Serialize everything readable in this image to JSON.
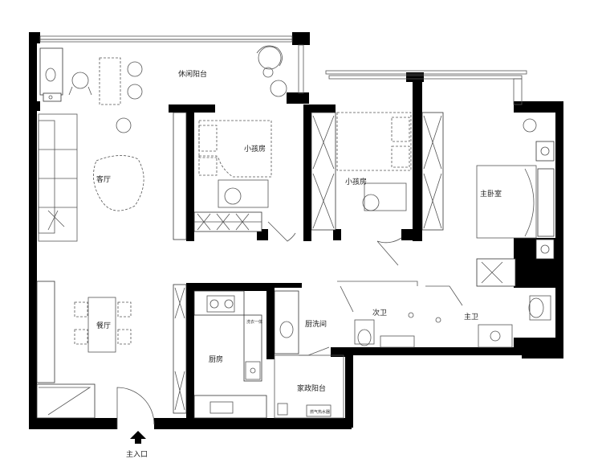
{
  "rooms": {
    "leisure_balcony": "休闲阳台",
    "living_room": "客厅",
    "dining_room": "餐厅",
    "kids_room_1": "小孩房",
    "kids_room_2": "小孩房",
    "master_bedroom": "主卧室",
    "kitchen": "厨房",
    "laundry": "厨洗间",
    "secondary_bath": "次卫",
    "master_bath": "主卫",
    "utility_balcony": "家政阳台"
  },
  "entrance": {
    "label": "主入口"
  },
  "annotations": {
    "heater": "燃气热水器",
    "cabinet_text": "洗衣一体"
  }
}
